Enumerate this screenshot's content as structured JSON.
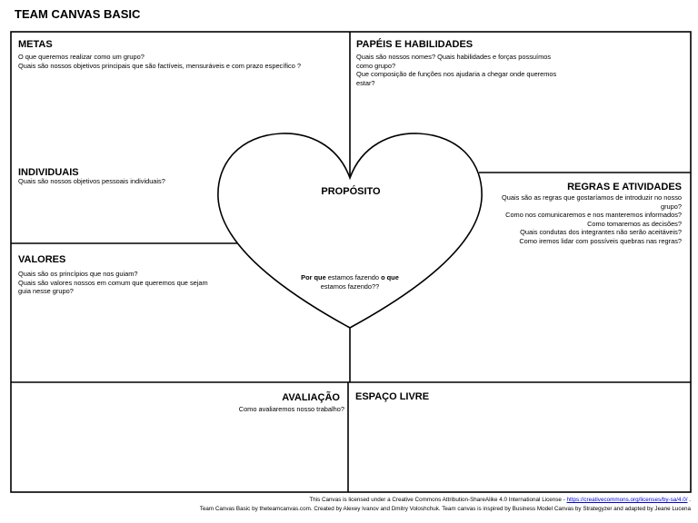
{
  "document": {
    "title": "TEAM CANVAS BASIC"
  },
  "sections": {
    "metas": {
      "title": "METAS",
      "lines": [
        "O que queremos realizar como um grupo?",
        "Quais são nossos objetivos principais que são factíveis, mensuráveis e com prazo específico ?"
      ]
    },
    "papeis": {
      "title": "PAPÉIS E HABILIDADES",
      "lines": [
        "Quais são nossos nomes?  Quais habilidades e forças possuímos",
        "como grupo?",
        "Que composição de funções  nos ajudaria a chegar onde queremos",
        "estar?"
      ]
    },
    "individuais": {
      "title": "INDIVIDUAIS",
      "lines": [
        "Quais são nossos objetivos pessoais individuais?"
      ]
    },
    "proposito": {
      "title": "PROPÓSITO",
      "question": {
        "part1": "Por que",
        "part2": " estamos fazendo ",
        "part3": "o que",
        "line2": "estamos fazendo??"
      }
    },
    "regras": {
      "title": "REGRAS E ATIVIDADES",
      "lines": [
        "Quais são as regras que gostaríamos de introduzir no nosso",
        "grupo?",
        "Como nos comunicaremos e nos manteremos informados?",
        "Como tomaremos as decisões?",
        "Quais condutas dos integrantes não serão aceitáveis?",
        "Como iremos lidar com possíveis quebras nas regras?"
      ]
    },
    "valores": {
      "title": "VALORES",
      "lines": [
        "Quais são os princípios que nos guiam?",
        "Quais são valores nossos em comum que queremos que sejam",
        "guia nesse grupo?"
      ]
    },
    "avaliacao": {
      "title": "AVALIAÇÃO",
      "lines": [
        "Como avaliaremos nosso trabalho?"
      ]
    },
    "espaco_livre": {
      "title": "ESPAÇO LIVRE"
    }
  },
  "footer": {
    "license_prefix": "This Canvas is licensed under a Creative Commons Attribution-ShareAlike 4.0 International License - ",
    "license_link": "https://creativecommons.org/licenses/by-sa/4.0/",
    "license_suffix": " .",
    "credits": "Team Canvas Basic by theteamcanvas.com. Created by  Alexey Ivanov and Dmitry Voloshchuk. Team canvas is inspired by Business Model Canvas by Strategyzer and adapted by Jeane Lucena"
  }
}
